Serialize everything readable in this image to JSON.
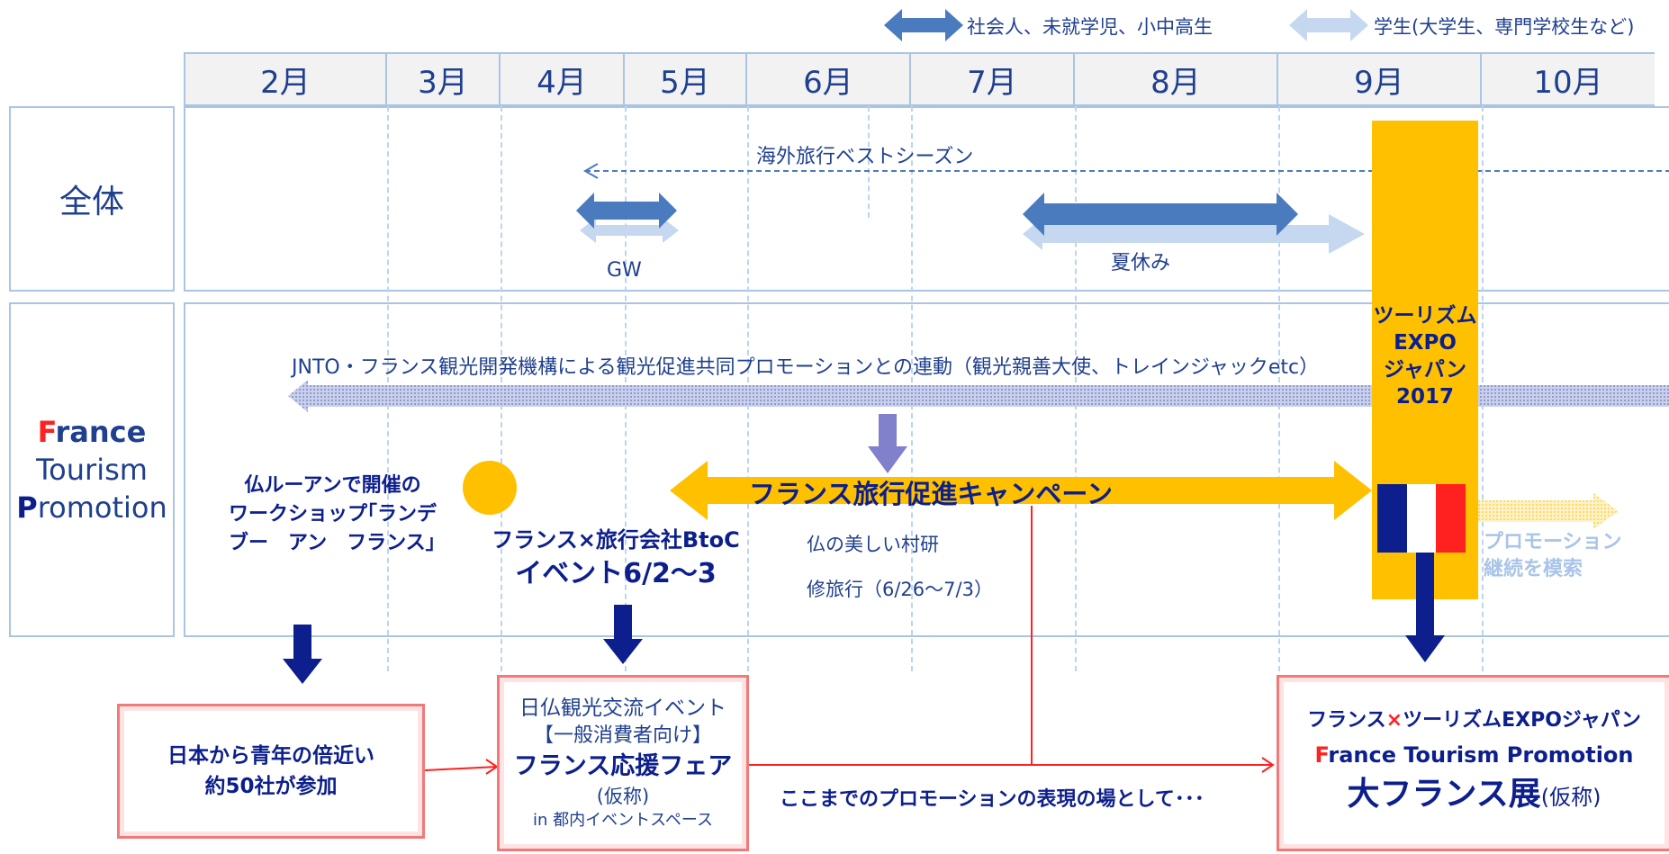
{
  "legend": {
    "dark_label": "社会人、未就学児、小中高生",
    "light_label": "学生(大学生、専門学校生など)"
  },
  "months": [
    "2月",
    "3月",
    "4月",
    "5月",
    "6月",
    "7月",
    "8月",
    "9月",
    "10月"
  ],
  "rows": {
    "overall": "全体",
    "ftp": {
      "line1_F": "F",
      "line1_rest": "rance",
      "line2": "Tourism",
      "line3_P": "P",
      "line3_rest": "romotion"
    }
  },
  "overall_row": {
    "best_season": "海外旅行ベストシーズン",
    "gw": "GW",
    "summer": "夏休み"
  },
  "promo_row": {
    "jnto": "JNTO・フランス観光開発機構による観光促進共同プロモーションとの連動（観光親善大使、トレインジャックetc）",
    "workshop": [
      "仏ルーアンで開催の",
      "ワークショップ｢ランデ",
      "ブー　アン　フランス｣"
    ],
    "btoc": [
      "フランス×旅行会社BtoC",
      "イベント6/2〜3"
    ],
    "campaign": "フランス旅行促進キャンペーン",
    "village": [
      "仏の美しい村研",
      "修旅行（6/26〜7/3）"
    ],
    "expo": [
      "ツーリズム",
      "EXPO",
      "ジャパン",
      "2017"
    ],
    "continue": [
      "プロモーション",
      "継続を模索"
    ]
  },
  "bottom": {
    "box1": [
      "日本から青年の倍近い",
      "約50社が参加"
    ],
    "box2": {
      "line1": "日仏観光交流イベント",
      "line2": "【一般消費者向け】",
      "line3": "フランス応援フェア",
      "line4": "(仮称)",
      "line5": "in 都内イベントスペース"
    },
    "connector": "ここまでのプロモーションの表現の場として･･･",
    "box3": {
      "line1": "フランス×ツーリズムEXPOジャパン",
      "line1_a": "フランス",
      "line1_x": "×",
      "line1_b": "ツーリズムEXPOジャパン",
      "line2_F": "F",
      "line2_rest": "rance Tourism Promotion",
      "line3_main": "大フランス展",
      "line3_sub": "(仮称)"
    }
  },
  "colors": {
    "dark_arrow": "#4a7bbf",
    "light_arrow": "#c5d8ef",
    "gold": "#ffc000",
    "navy": "#0c1f8c",
    "red": "#ff2020",
    "header_bg": "#f2f2f2",
    "border": "#aac4e4"
  }
}
